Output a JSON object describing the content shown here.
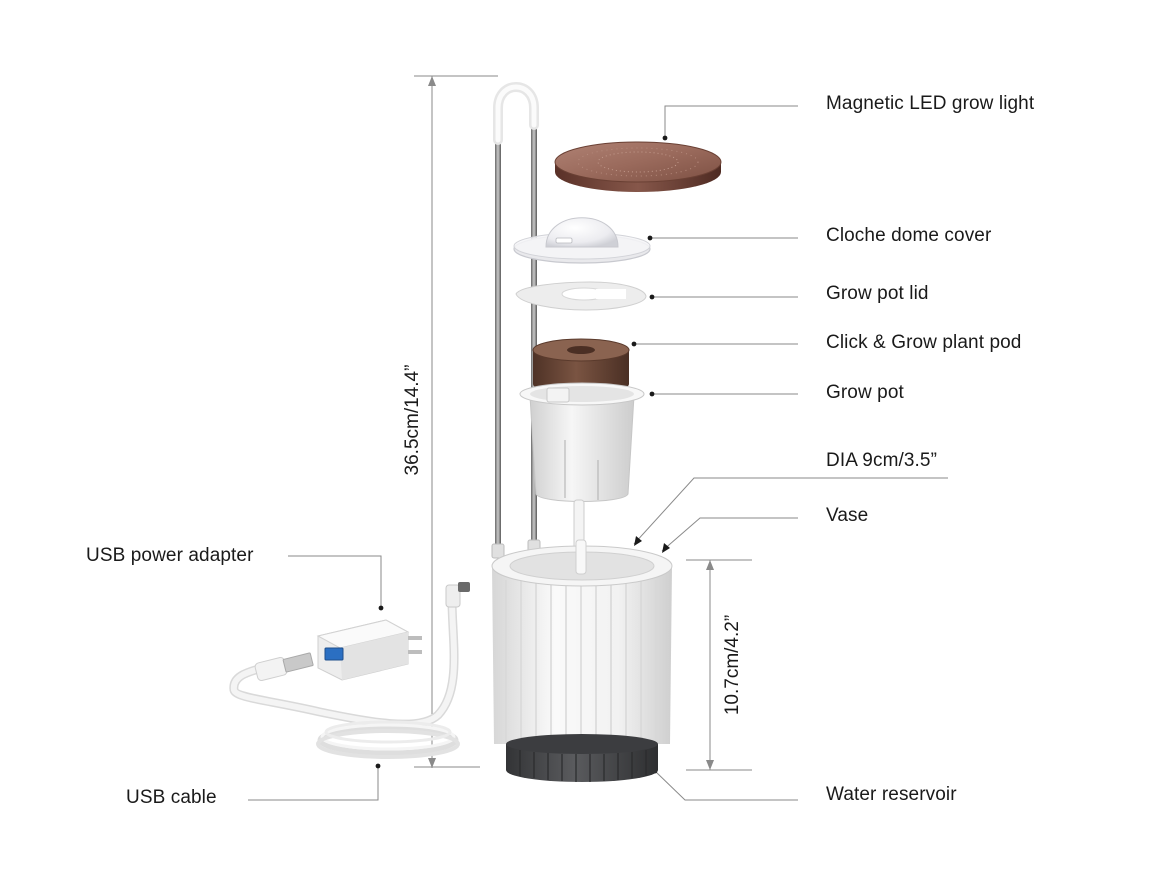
{
  "labels": {
    "grow_light": "Magnetic LED grow light",
    "dome_cover": "Cloche dome cover",
    "pot_lid": "Grow pot lid",
    "plant_pod": "Click & Grow plant pod",
    "grow_pot": "Grow pot",
    "diameter": "DIA 9cm/3.5”",
    "vase": "Vase",
    "water_reservoir": "Water reservoir",
    "power_adapter": "USB power adapter",
    "usb_cable": "USB cable"
  },
  "dimensions": {
    "total_height": "36.5cm/14.4”",
    "vase_height": "10.7cm/4.2”"
  },
  "colors": {
    "leader_line": "#8a8a8a",
    "light_copper": "#7a4a3c",
    "pod_brown": "#6e4a38",
    "vase_white": "#f1f1f1",
    "reservoir_dark": "#4a4b4d"
  }
}
